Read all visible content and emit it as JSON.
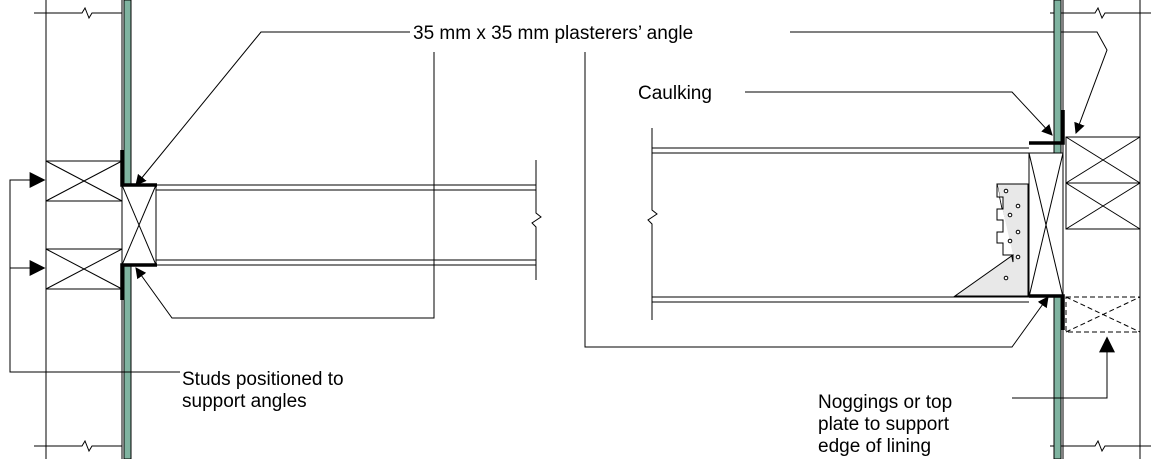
{
  "labels": {
    "angle": "35 mm x 35 mm plasterers’ angle",
    "caulking": "Caulking",
    "studs_line1": "Studs positioned to",
    "studs_line2": "support angles",
    "noggings_line1": "Noggings or top",
    "noggings_line2": "plate to support",
    "noggings_line3": "edge of lining"
  },
  "colors": {
    "lining": "#7fb3a0",
    "bracket": "#e8e8e8",
    "line": "#000000"
  }
}
